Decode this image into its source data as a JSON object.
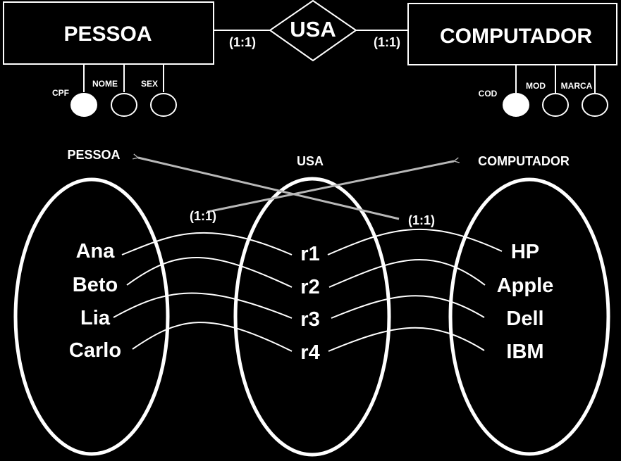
{
  "colors": {
    "background": "#000000",
    "foreground": "#ffffff",
    "arrow": "#b8b8b8"
  },
  "er_diagram": {
    "entity_left": "PESSOA",
    "relationship": "USA",
    "entity_right": "COMPUTADOR",
    "card_left": "(1:1)",
    "card_right": "(1:1)",
    "attrs_left": [
      {
        "label": "CPF",
        "key": true
      },
      {
        "label": "NOME",
        "key": false
      },
      {
        "label": "SEX",
        "key": false
      }
    ],
    "attrs_right": [
      {
        "label": "COD",
        "key": true
      },
      {
        "label": "MOD",
        "key": false
      },
      {
        "label": "MARCA",
        "key": false
      }
    ]
  },
  "instance_diagram": {
    "heading_left": "PESSOA",
    "heading_mid": "USA",
    "heading_right": "COMPUTADOR",
    "arrow_card_left": "(1:1)",
    "arrow_card_right": "(1:1)",
    "pessoas": [
      "Ana",
      "Beto",
      "Lia",
      "Carlo"
    ],
    "relacoes": [
      "r1",
      "r2",
      "r3",
      "r4"
    ],
    "computadores": [
      "HP",
      "Apple",
      "Dell",
      "IBM"
    ]
  }
}
